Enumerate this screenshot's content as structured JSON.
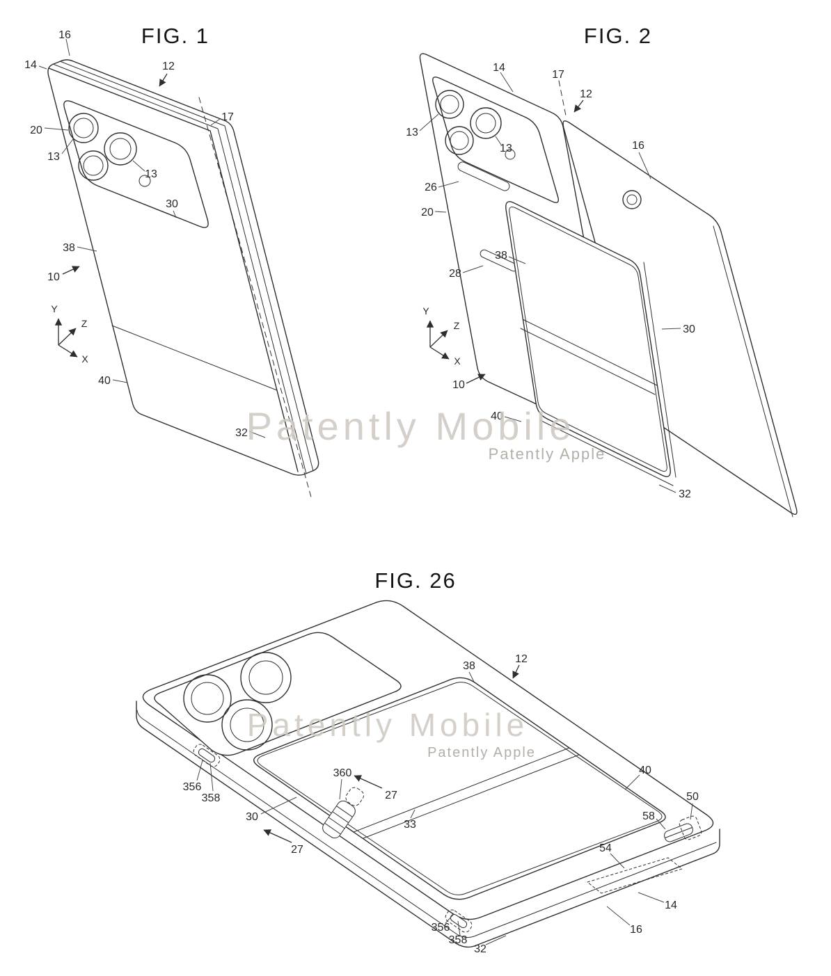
{
  "sheet": {
    "background": "#ffffff",
    "line_color": "#2e2e2e"
  },
  "watermark": {
    "primary": "Patently Mobile",
    "secondary": "Patently Apple",
    "primary_color": "#ccc8c0",
    "secondary_color": "#b3afa8"
  },
  "figure1": {
    "title": "FIG. 1",
    "axis": {
      "x": "X",
      "y": "Y",
      "z": "Z"
    },
    "refs": {
      "n16": "16",
      "n14": "14",
      "n12": "12",
      "n17": "17",
      "n20": "20",
      "n13a": "13",
      "n13b": "13",
      "n30": "30",
      "n38": "38",
      "n10": "10",
      "n40": "40",
      "n32": "32"
    }
  },
  "figure2": {
    "title": "FIG. 2",
    "axis": {
      "x": "X",
      "y": "Y",
      "z": "Z"
    },
    "refs": {
      "n14": "14",
      "n17": "17",
      "n12": "12",
      "n13a": "13",
      "n13b": "13",
      "n16": "16",
      "n26": "26",
      "n20": "20",
      "n38": "38",
      "n28": "28",
      "n30": "30",
      "n10": "10",
      "n40": "40",
      "n32": "32"
    }
  },
  "figure26": {
    "title": "FIG. 26",
    "refs": {
      "n38": "38",
      "n12": "12",
      "n356a": "356",
      "n358a": "358",
      "n360": "360",
      "n27a": "27",
      "n30": "30",
      "n27b": "27",
      "n33": "33",
      "n40": "40",
      "n50": "50",
      "n58": "58",
      "n54": "54",
      "n14": "14",
      "n356b": "356",
      "n358b": "358",
      "n16": "16",
      "n32": "32"
    }
  }
}
